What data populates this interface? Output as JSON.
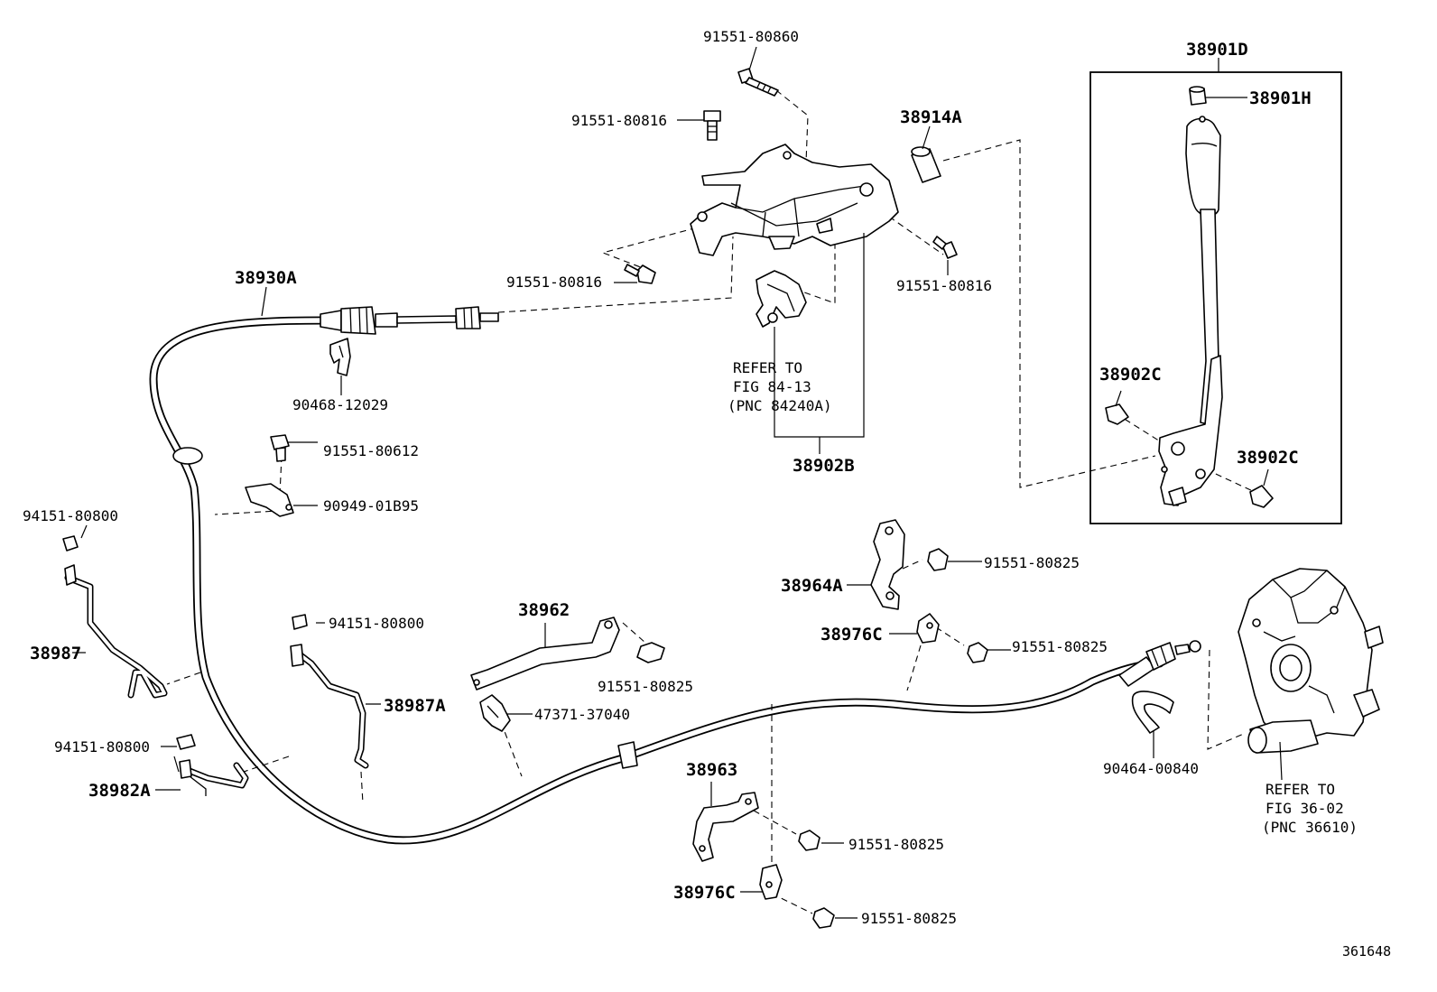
{
  "diagram_id": "361648",
  "labels": {
    "p91551_80860": "91551-80860",
    "p91551_80816_a": "91551-80816",
    "p38914A": "38914A",
    "p91551_80816_b": "91551-80816",
    "p91551_80816_c": "91551-80816",
    "p38930A": "38930A",
    "p90468_12029": "90468-12029",
    "p38902B": "38902B",
    "p91551_80612": "91551-80612",
    "p90949_01B95": "90949-01B95",
    "p94151_80800_a": "94151-80800",
    "p38987": "38987",
    "p94151_80800_b": "94151-80800",
    "p38987A": "38987A",
    "p94151_80800_c": "94151-80800",
    "p38982A": "38982A",
    "p38962": "38962",
    "p91551_80825_a": "91551-80825",
    "p47371_37040": "47371-37040",
    "p38964A": "38964A",
    "p91551_80825_b": "91551-80825",
    "p38976C_a": "38976C",
    "p91551_80825_c": "91551-80825",
    "p38963": "38963",
    "p91551_80825_d": "91551-80825",
    "p38976C_b": "38976C",
    "p91551_80825_e": "91551-80825",
    "p90464_00840": "90464-00840",
    "p38901D": "38901D",
    "p38901H": "38901H",
    "p38902C_a": "38902C",
    "p38902C_b": "38902C"
  },
  "refer_notes": {
    "fig84": {
      "line1": "REFER TO",
      "line2": "FIG 84-13",
      "line3": "(PNC 84240A)"
    },
    "fig36": {
      "line1": "REFER TO",
      "line2": "FIG 36-02",
      "line3": "(PNC 36610)"
    }
  }
}
